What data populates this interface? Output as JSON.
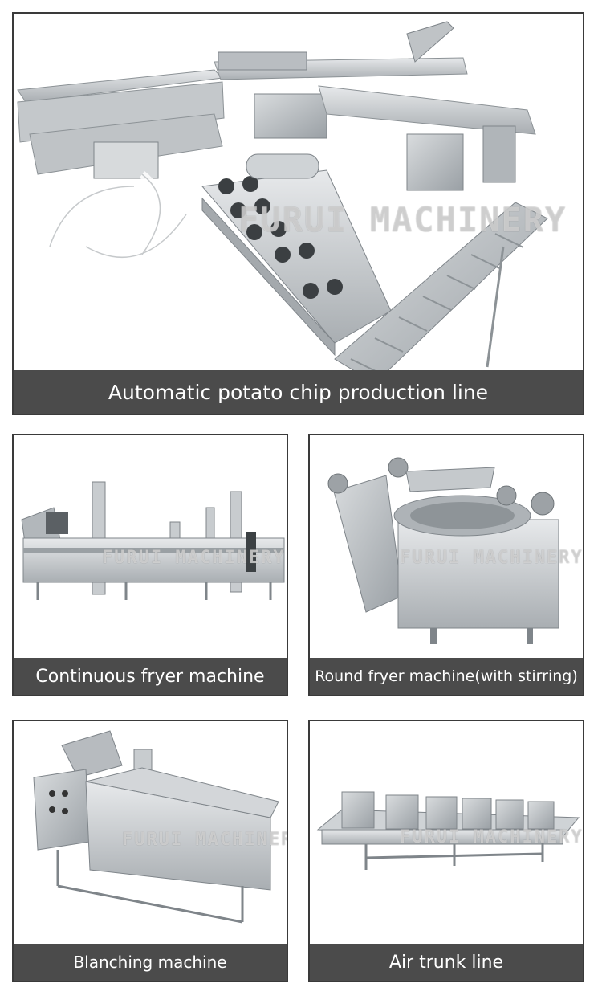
{
  "watermark": "FURUI MACHINERY",
  "colors": {
    "caption_bg": "#4b4b4b",
    "border": "#3a3a3a",
    "steel": "#c9cdd0"
  },
  "panels": {
    "main": {
      "caption": "Automatic potato chip production line"
    },
    "continuous": {
      "caption": "Continuous fryer machine"
    },
    "round": {
      "caption": "Round fryer machine(with stirring)"
    },
    "blanching": {
      "caption": "Blanching machine"
    },
    "air": {
      "caption": "Air trunk line"
    }
  }
}
